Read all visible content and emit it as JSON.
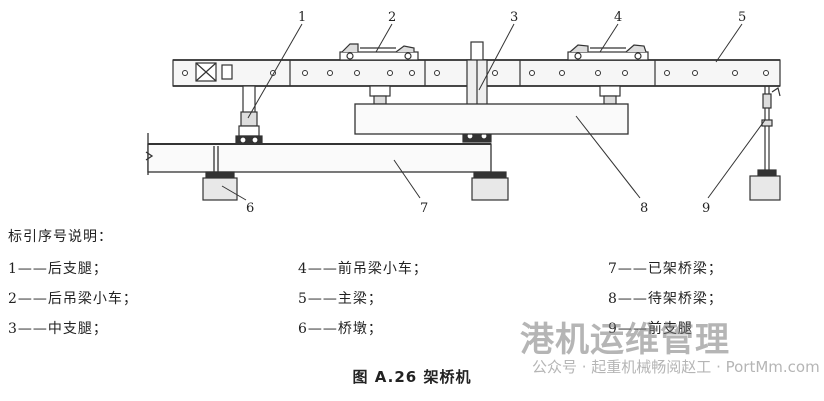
{
  "callouts": [
    "1",
    "2",
    "3",
    "4",
    "5",
    "6",
    "7",
    "8",
    "9"
  ],
  "legend": {
    "title": "标引序号说明：",
    "items": [
      "1——后支腿；",
      "2——后吊梁小车；",
      "3——中支腿；",
      "4——前吊梁小车；",
      "5——主梁；",
      "6——桥墩；",
      "7——已架桥梁；",
      "8——待架桥梁；",
      "9——前支腿"
    ]
  },
  "caption": "图 A.26    架桥机",
  "watermark": {
    "main": "港机运维管理",
    "sub": "公众号 · 起重机械畅阅赵工 · PortMm.com"
  },
  "colors": {
    "line": "#333333",
    "fill_light": "#f4f4f4",
    "pier": "#e8e8e8"
  }
}
